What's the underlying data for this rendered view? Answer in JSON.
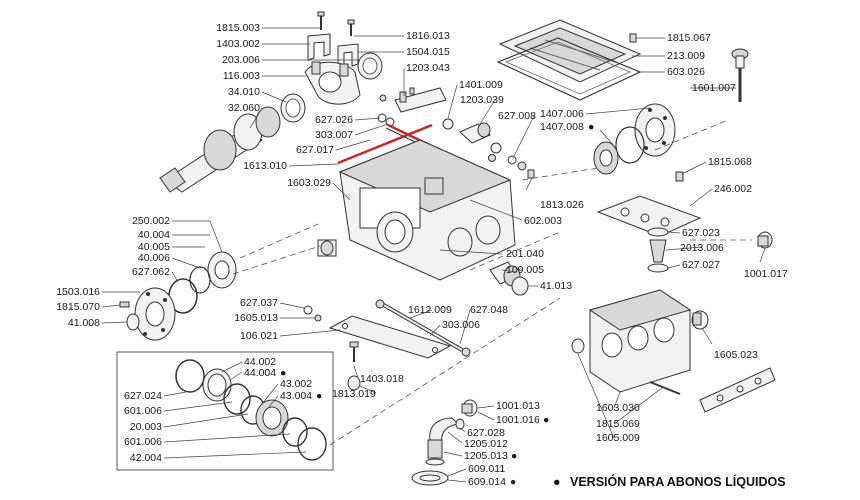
{
  "labels": {
    "l1815_003": "1815.003",
    "l1403_002": "1403.002",
    "l203_006": "203.006",
    "l116_003": "116.003",
    "l34_010": "34.010",
    "l32_060": "32.060",
    "l1816_013": "1816.013",
    "l1504_015": "1504.015",
    "l1203_043": "1203.043",
    "l1401_009": "1401.009",
    "l1203_039": "1203.039",
    "l627_026": "627.026",
    "l303_007": "303.007",
    "l627_017": "627.017",
    "l627_008": "627.008",
    "l1613_010": "1613.010",
    "l1603_029": "1603.029",
    "l1815_067": "1815.067",
    "l213_009": "213.009",
    "l603_026": "603.026",
    "l1601_007": "1601.007",
    "l1407_006": "1407.006",
    "l1407_008": "1407.008",
    "l1815_068": "1815.068",
    "l246_002": "246.002",
    "l1813_026": "1813.026",
    "l602_003": "602.003",
    "l627_023": "627.023",
    "l2013_006": "2013.006",
    "l627_027": "627.027",
    "l1001_017": "1001.017",
    "l250_002": "250.002",
    "l40_004": "40.004",
    "l40_005": "40.005",
    "l40_006": "40.006",
    "l627_062": "627.062",
    "l201_040": "201.040",
    "l109_005": "109.005",
    "l41_013": "41.013",
    "l1503_016": "1503.016",
    "l1815_070": "1815.070",
    "l41_008": "41.008",
    "l627_037": "627.037",
    "l1605_013": "1605.013",
    "l106_021": "106.021",
    "l1612_009": "1612.009",
    "l627_048": "627.048",
    "l303_006": "303.006",
    "l1403_018": "1403.018",
    "l1813_019": "1813.019",
    "l44_002": "44.002",
    "l44_004": "44.004",
    "l43_002": "43.002",
    "l43_004": "43.004",
    "l627_024": "627.024",
    "l601_006a": "601.006",
    "l20_003": "20.003",
    "l601_006b": "601.006",
    "l42_004": "42.004",
    "l1001_013": "1001.013",
    "l1001_016": "1001.016",
    "l627_028": "627.028",
    "l1205_012": "1205.012",
    "l1205_013": "1205.013",
    "l609_011": "609.011",
    "l609_014": "609.014",
    "l1605_023": "1605.023",
    "l1603_030": "1603.030",
    "l1815_069": "1815.069",
    "l1605_009": "1605.009"
  },
  "legend": {
    "text": "VERSIÓN PARA ABONOS LÍQUIDOS",
    "bullet": "●"
  }
}
